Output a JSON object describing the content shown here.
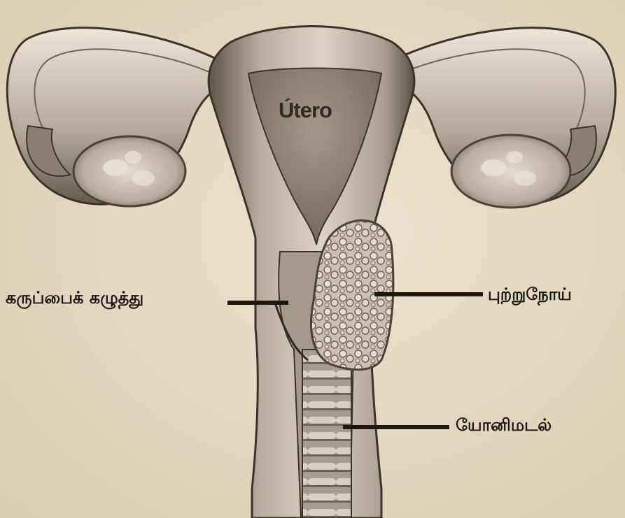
{
  "labels": {
    "uterus": "Útero",
    "cervix": "கருப்பைக் கழுத்து",
    "cancer": "புற்றுநோய்",
    "vagina": "யோனிமடல்"
  },
  "colors": {
    "tissue_dark": "#4a4239",
    "tissue_mid": "#9d9282",
    "tissue_light": "#d9d0c0",
    "cavity": "#8a8070",
    "tumor": "#cfc6b6",
    "pointer": "#1c1712"
  }
}
